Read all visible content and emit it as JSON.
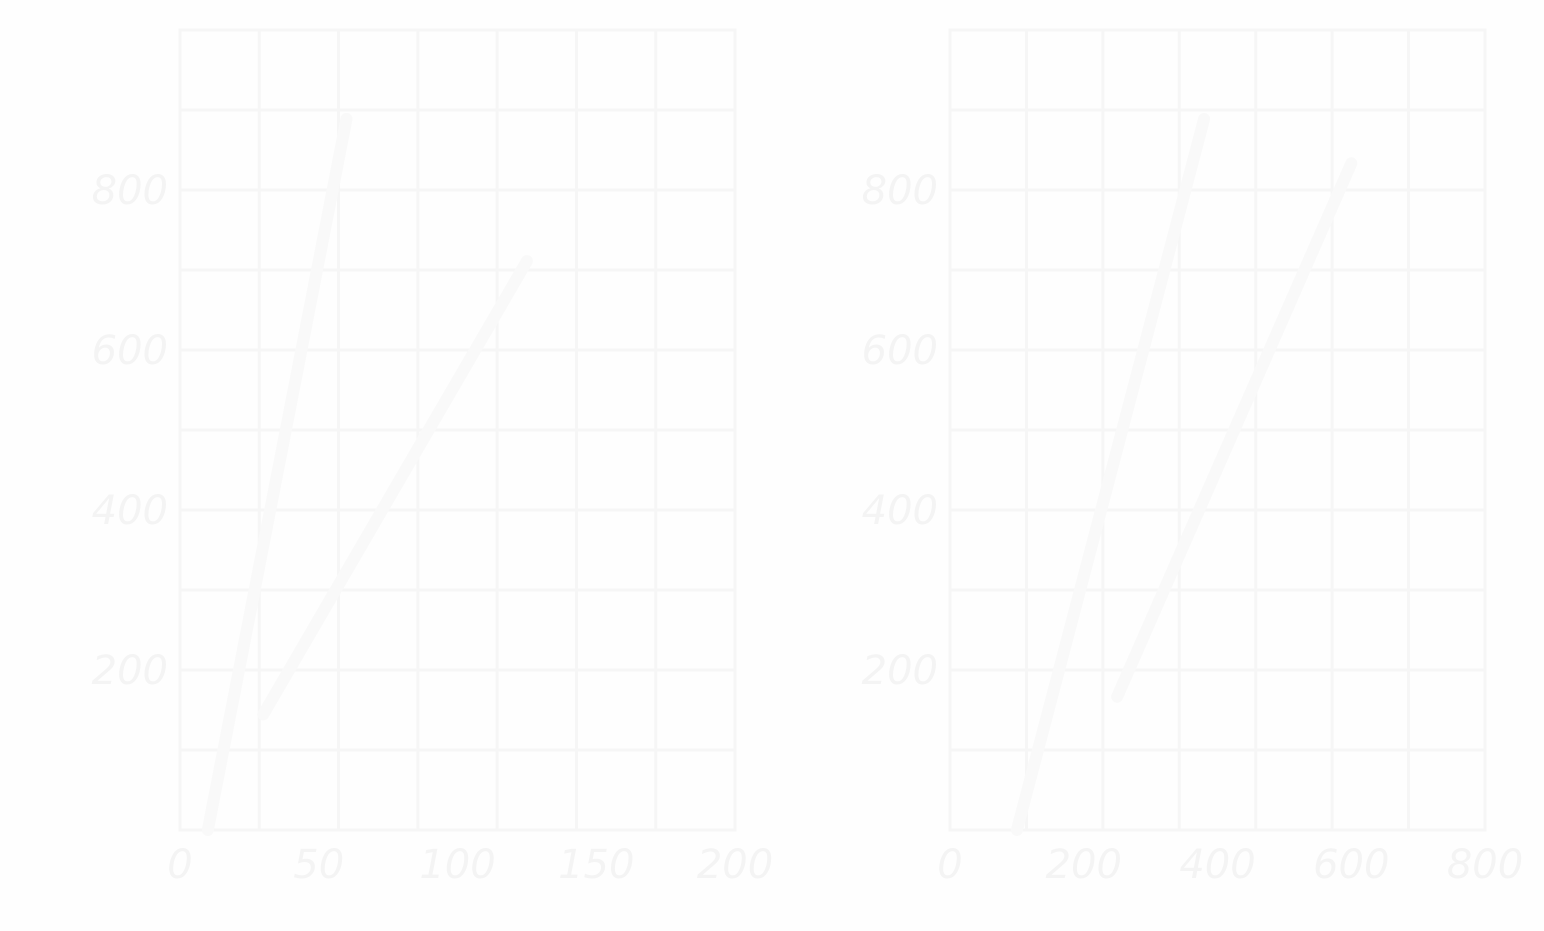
{
  "chart_data": [
    {
      "type": "line",
      "title": "",
      "xlabel": "",
      "ylabel": "",
      "grid": true,
      "legend": "none",
      "xlim": [
        0,
        200
      ],
      "ylim": [
        0,
        900
      ],
      "x_ticks": [
        "0",
        "50",
        "100",
        "150",
        "200"
      ],
      "y_ticks": [
        "200",
        "400",
        "600",
        "800"
      ],
      "series": [
        {
          "x": [
            10,
            60
          ],
          "y": [
            0,
            800
          ]
        },
        {
          "x": [
            30,
            125
          ],
          "y": [
            130,
            640
          ]
        }
      ],
      "colors": {
        "line": "#f9f9f9",
        "grid": "#f6f6f6",
        "text": "#f4f4f4"
      }
    },
    {
      "type": "line",
      "title": "",
      "xlabel": "",
      "ylabel": "",
      "grid": true,
      "legend": "none",
      "xlim": [
        0,
        800
      ],
      "ylim": [
        0,
        900
      ],
      "x_ticks": [
        "0",
        "200",
        "400",
        "600",
        "800"
      ],
      "y_ticks": [
        "200",
        "400",
        "600",
        "800"
      ],
      "series": [
        {
          "x": [
            100,
            380
          ],
          "y": [
            0,
            800
          ]
        },
        {
          "x": [
            250,
            600
          ],
          "y": [
            150,
            750
          ]
        }
      ],
      "colors": {
        "line": "#f9f9f9",
        "grid": "#f6f6f6",
        "text": "#f4f4f4"
      }
    }
  ]
}
